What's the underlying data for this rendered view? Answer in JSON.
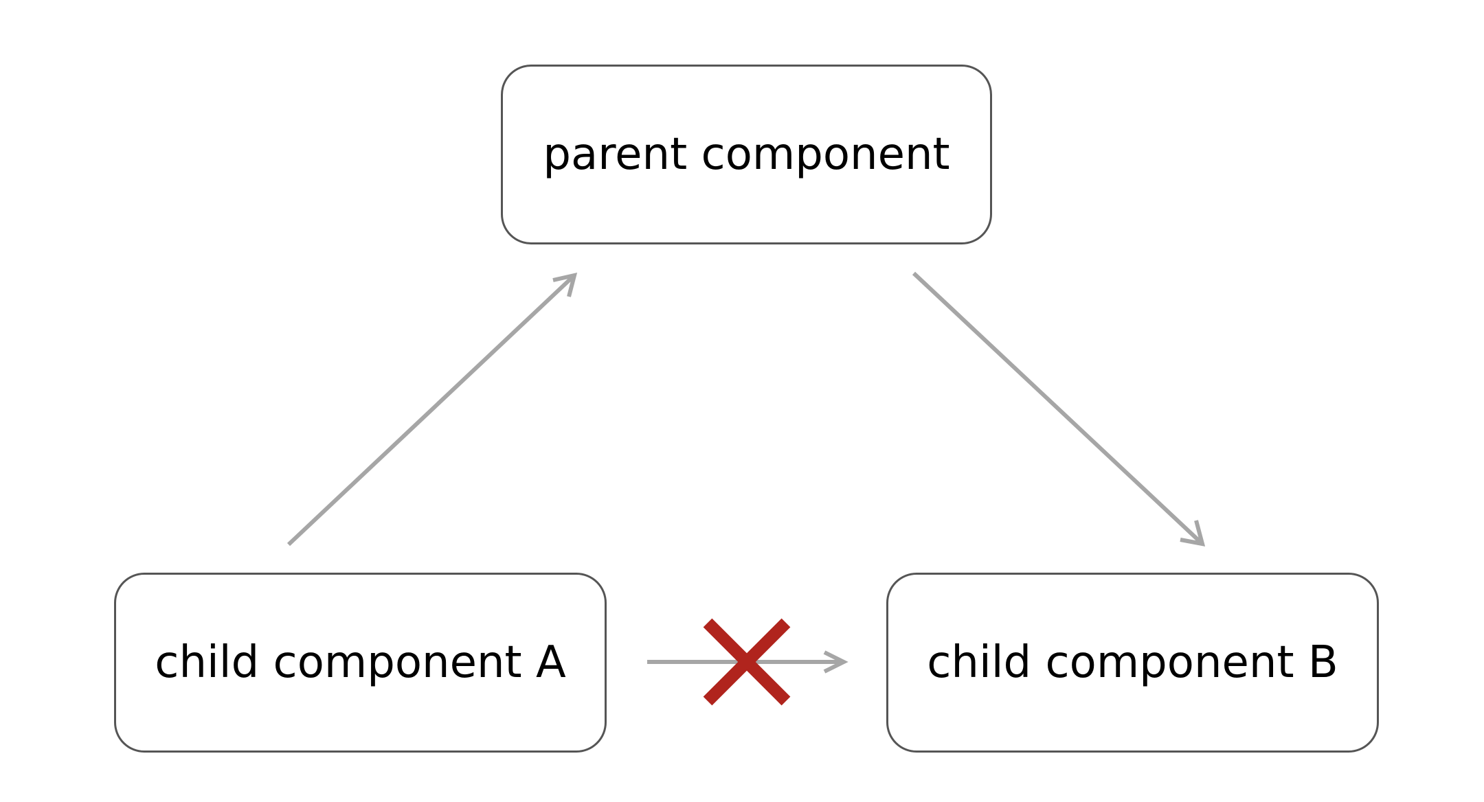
{
  "nodes": {
    "parent": {
      "label": "parent component"
    },
    "child_a": {
      "label": "child component A"
    },
    "child_b": {
      "label": "child component B"
    }
  },
  "edges": [
    {
      "from": "child component A",
      "to": "parent component",
      "allowed": true
    },
    {
      "from": "parent component",
      "to": "child component B",
      "allowed": true
    },
    {
      "from": "child component A",
      "to": "child component B",
      "allowed": false
    }
  ],
  "colors": {
    "arrow": "#a6a6a6",
    "node_border": "#555555",
    "blocked_mark": "#b0241d"
  },
  "icons": {
    "blocked_mark": "cross-icon"
  }
}
